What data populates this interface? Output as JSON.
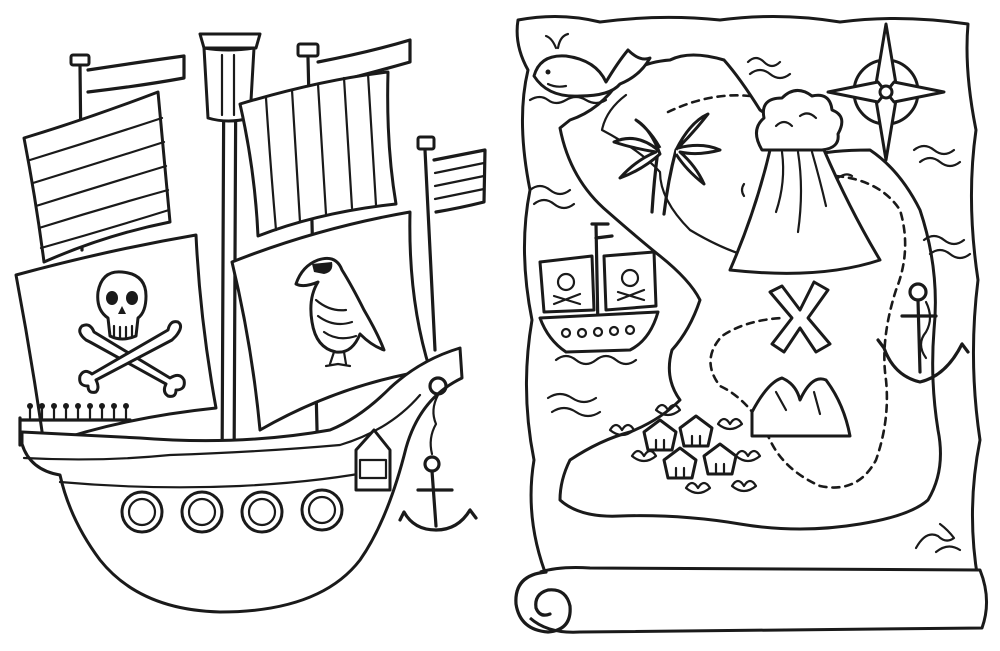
{
  "image": {
    "kind": "coloring-page",
    "panels": [
      "pirate-ship",
      "treasure-map"
    ],
    "colors": {
      "ink": "#1a1a1a",
      "paper": "#ffffff"
    }
  }
}
